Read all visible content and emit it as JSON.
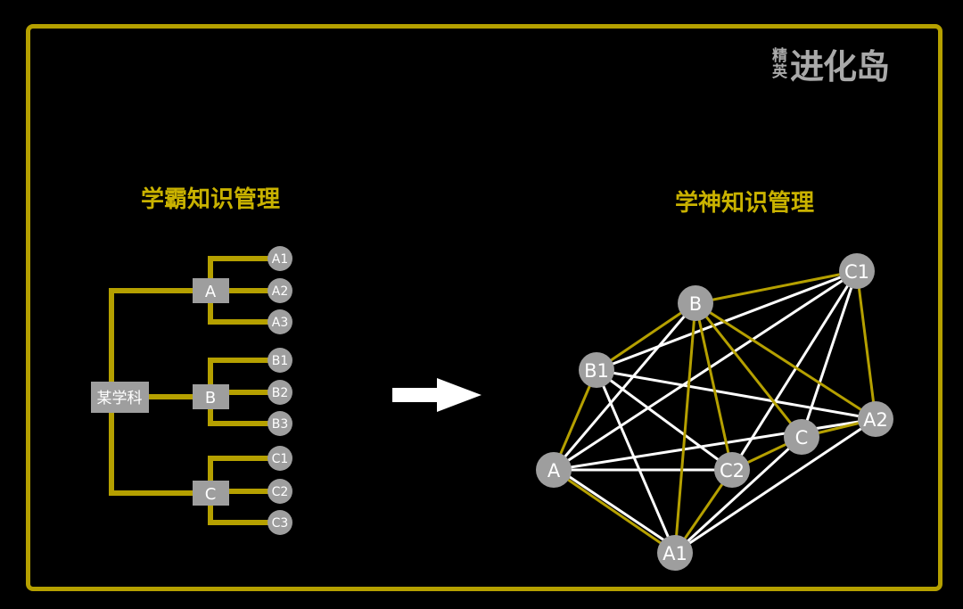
{
  "logo": {
    "small": "精英",
    "big": "进化岛"
  },
  "left": {
    "title": "学霸知识管理",
    "root": "某学科",
    "branches": [
      {
        "label": "A",
        "leaves": [
          "A1",
          "A2",
          "A3"
        ]
      },
      {
        "label": "B",
        "leaves": [
          "B1",
          "B2",
          "B3"
        ]
      },
      {
        "label": "C",
        "leaves": [
          "C1",
          "C2",
          "C3"
        ]
      }
    ]
  },
  "right": {
    "title": "学神知识管理",
    "nodes": [
      "C1",
      "B",
      "B1",
      "A2",
      "C",
      "A",
      "C2",
      "A1"
    ],
    "edges_gold": [
      [
        "C1",
        "B"
      ],
      [
        "C1",
        "A2"
      ],
      [
        "B",
        "B1"
      ],
      [
        "B1",
        "A"
      ],
      [
        "A",
        "A1"
      ],
      [
        "B",
        "A1"
      ],
      [
        "B",
        "C2"
      ],
      [
        "B",
        "C"
      ],
      [
        "B",
        "A2"
      ],
      [
        "C",
        "C2"
      ],
      [
        "C",
        "A2"
      ],
      [
        "C2",
        "A1"
      ]
    ],
    "edges_white": [
      [
        "C1",
        "B1"
      ],
      [
        "C1",
        "A"
      ],
      [
        "C1",
        "C2"
      ],
      [
        "C1",
        "C"
      ],
      [
        "B",
        "A"
      ],
      [
        "B1",
        "A2"
      ],
      [
        "B1",
        "C2"
      ],
      [
        "B1",
        "A1"
      ],
      [
        "A",
        "A2"
      ],
      [
        "A",
        "C2"
      ],
      [
        "A",
        "A1"
      ],
      [
        "A1",
        "C"
      ],
      [
        "A1",
        "A2"
      ]
    ]
  },
  "colors": {
    "gold": "#b5a000",
    "title": "#c9b200",
    "node": "#9e9e9e",
    "white": "#ffffff"
  }
}
